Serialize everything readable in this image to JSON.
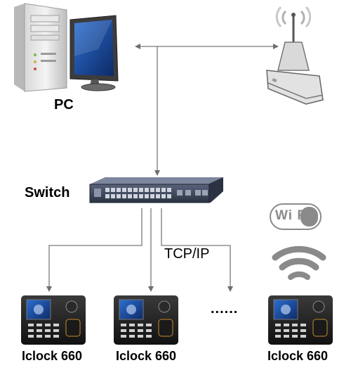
{
  "nodes": {
    "pc_label": "PC",
    "switch_label": "Switch",
    "protocol_label": "TCP/IP",
    "ellipsis": "......",
    "device_labels": [
      "Iclock 660",
      "Iclock 660",
      "Iclock 660"
    ],
    "wifi_logo_text": "Wi Fi"
  },
  "colors": {
    "arrow": "#7a7a7a",
    "switch_body": "#3b4456",
    "screen_blue": "#2a6fd6",
    "wifi_gray": "#8a8a8a"
  }
}
